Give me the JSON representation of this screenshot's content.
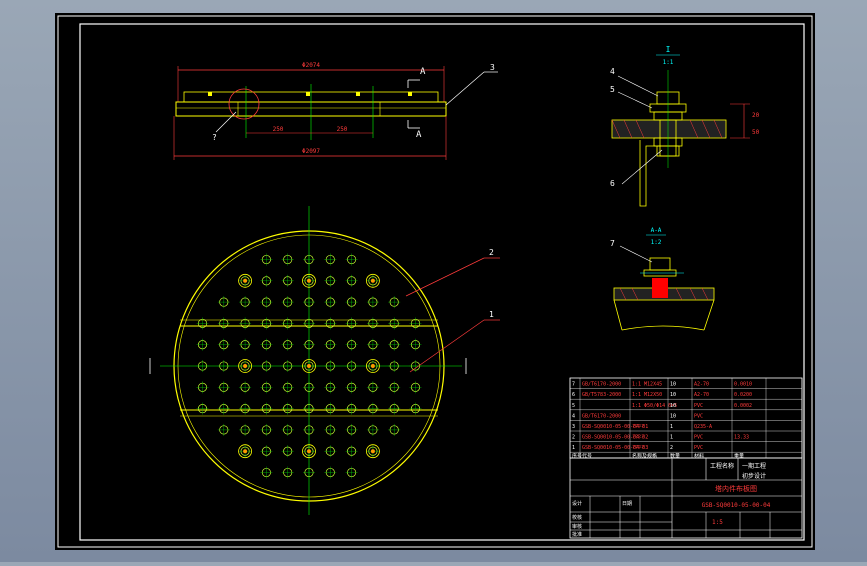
{
  "drawing": {
    "callouts": [
      "1",
      "2",
      "3",
      "4",
      "5",
      "6",
      "7",
      "?"
    ],
    "top_view": {
      "dim_overall": "Φ2074",
      "dim_bottom": "Φ2097",
      "dim_left": "250",
      "dim_right": "250",
      "section_mark": "A"
    },
    "detail_i": {
      "title": "I",
      "scale": "1:1",
      "dim_a": "20",
      "dim_b": "50"
    },
    "section_aa": {
      "title": "A-A",
      "scale": "1:2"
    }
  },
  "parts_list": {
    "rows": [
      {
        "no": "7",
        "code": "GB/T6170-2000",
        "name": "1:1 M12X45",
        "qty": "10",
        "material": "A2-70",
        "mass": "0.0010"
      },
      {
        "no": "6",
        "code": "GB/T5783-2000",
        "name": "1:1 M12X50",
        "qty": "10",
        "material": "A2-70",
        "mass": "0.0200"
      },
      {
        "no": "5",
        "code": "",
        "name": "1:1 Φ50/Φ14 δ=5",
        "qty": "10",
        "material": "PVC",
        "mass": "0.0002"
      },
      {
        "no": "4",
        "code": "GB/T6170-2000",
        "name": "",
        "qty": "10",
        "material": "PVC",
        "mass": ""
      },
      {
        "no": "3",
        "code": "GSB-SQ0010-05-00-04-01",
        "name": "????",
        "qty": "1",
        "material": "Q235-A",
        "mass": ""
      },
      {
        "no": "2",
        "code": "GSB-SQ0010-05-00-04-02",
        "name": "????",
        "qty": "1",
        "material": "PVC",
        "mass": "13.33"
      },
      {
        "no": "1",
        "code": "GSB-SQ0010-05-00-04-03",
        "name": "????",
        "qty": "2",
        "material": "PVC",
        "mass": ""
      }
    ],
    "header": [
      "序号",
      "代号",
      "名称及规格",
      "数量",
      "材料",
      "重量"
    ]
  },
  "title_block": {
    "plant_name": "工程名称",
    "plant_value": "一期工程",
    "stage": "初步设计",
    "drawing_title": "塔内件布板图",
    "drawing_no": "GSB-SQ0010-05-00-04",
    "scale": "1:5",
    "sign_cells": [
      "设计",
      "校核",
      "审核",
      "批准",
      "日期"
    ]
  }
}
